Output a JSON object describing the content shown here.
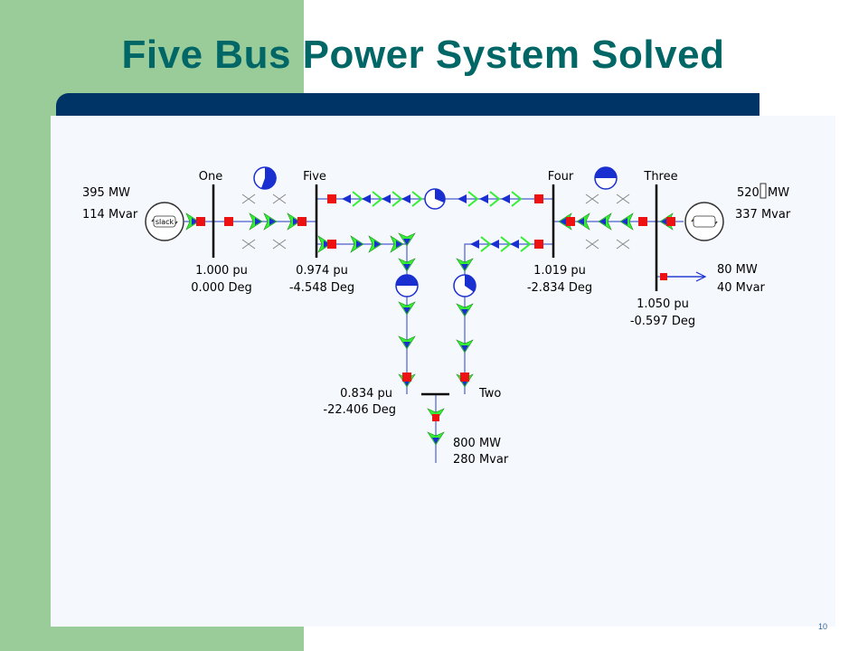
{
  "slide": {
    "title": "Five Bus Power System Solved",
    "page_number": "10"
  },
  "colors": {
    "title": "#006666",
    "banner": "#003366",
    "side_band": "#99cc99",
    "flow_arrow": "#33ee33",
    "var_arrow": "#1a2fd0",
    "breaker": "#ee1111"
  },
  "diagram": {
    "buses": {
      "one": {
        "name": "One",
        "voltage": "1.000 pu",
        "angle": "0.000 Deg"
      },
      "five": {
        "name": "Five",
        "voltage": "0.974 pu",
        "angle": "-4.548 Deg"
      },
      "four": {
        "name": "Four",
        "voltage": "1.019 pu",
        "angle": "-2.834 Deg"
      },
      "three": {
        "name": "Three",
        "voltage": "1.050 pu",
        "angle": "-0.597 Deg"
      },
      "two": {
        "name": "Two",
        "voltage": "0.834 pu",
        "angle": "-22.406 Deg"
      }
    },
    "generators": {
      "one": {
        "mw": "395 MW",
        "mvar": "114 Mvar",
        "label": "slack"
      },
      "three": {
        "mw_value": "520",
        "mw_unit": "MW",
        "mvar": "337 Mvar"
      }
    },
    "loads": {
      "three": {
        "mw": "80 MW",
        "mvar": "40 Mvar"
      },
      "two": {
        "mw": "800 MW",
        "mvar": "280 Mvar"
      }
    }
  }
}
